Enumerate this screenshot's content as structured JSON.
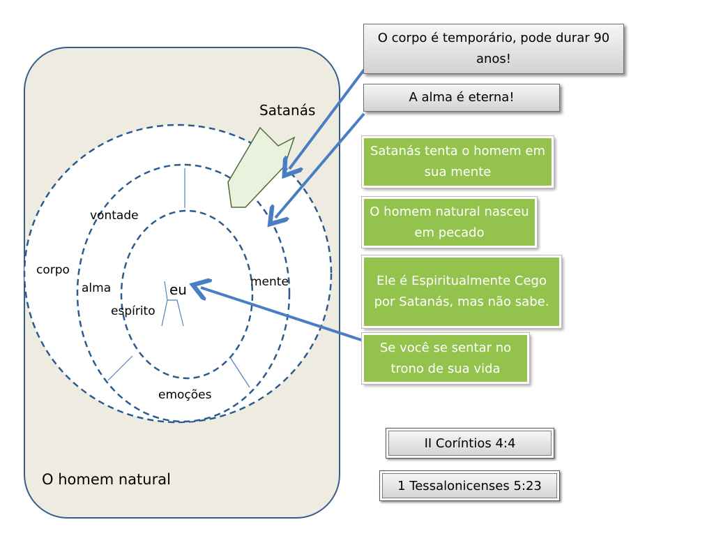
{
  "diagram": {
    "labels": {
      "satanas": "Satanás",
      "vontade": "vontade",
      "corpo": "corpo",
      "alma": "alma",
      "mente": "mente",
      "eu": "eu",
      "espirito": "espírito",
      "emocoes": "emoções",
      "homem_natural": "O homem natural"
    },
    "colors": {
      "panel_fill": "#eeece1",
      "panel_stroke": "#385d8a",
      "dashed_circle": "#2d5a8e",
      "arrow": "#4a7ec4",
      "green_box": "#93c24d"
    }
  },
  "callouts": {
    "corpo_temporario": "O corpo é temporário, pode durar 90 anos!",
    "alma_eterna": "A alma é eterna!",
    "satanas_tenta": "Satanás tenta o homem em sua mente",
    "homem_natural_pecado": "O homem natural nasceu em pecado",
    "cego": "Ele é Espiritualmente Cego por Satanás, mas não sabe.",
    "trono": "Se você se sentar no trono de sua vida"
  },
  "references": {
    "corintios": "II Coríntios 4:4",
    "tessalonicenses": "1 Tessalonicenses 5:23"
  }
}
